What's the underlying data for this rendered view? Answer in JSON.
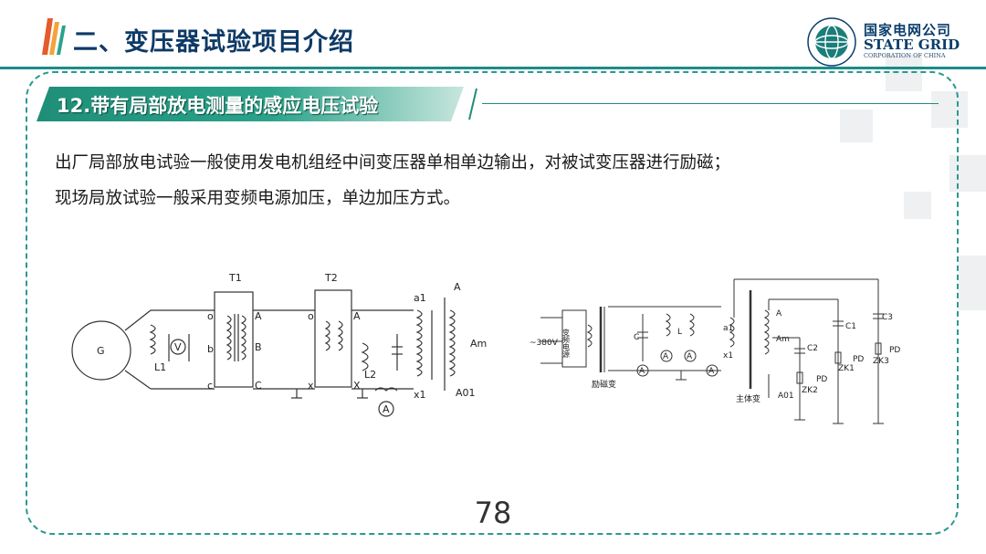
{
  "header": {
    "title": "二、变压器试验项目介绍",
    "brand_cn": "国家电网公司",
    "brand_en": "STATE GRID",
    "brand_sub": "CORPORATION OF CHINA"
  },
  "section": {
    "title": "12.带有局部放电测量的感应电压试验"
  },
  "body": {
    "line1": "出厂局部放电试验一般使用发电机组经中间变压器单相单边输出，对被试变压器进行励磁；",
    "line2": "现场局放试验一般采用变频电源加压，单边加压方式。"
  },
  "diagram_left": {
    "labels": {
      "G": "G",
      "L1": "L1",
      "T1": "T1",
      "T2": "T2",
      "L2": "L2",
      "a1": "a1",
      "x1": "x1",
      "A": "A",
      "Am": "Am",
      "A01": "A01",
      "o1": "o",
      "b1": "b",
      "c1": "c",
      "A1": "A",
      "B1": "B",
      "C1": "C",
      "o2": "o",
      "x2": "x",
      "A2": "A",
      "X2": "X",
      "V": "V",
      "meter": "A"
    }
  },
  "diagram_right": {
    "labels": {
      "src_in": "~380V",
      "vfd": "变频电源",
      "exc": "励磁变",
      "main": "主体变",
      "C": "C",
      "L": "L",
      "a1": "a1",
      "x1": "x1",
      "A": "A",
      "Am": "Am",
      "A01": "A01",
      "C1": "C1",
      "C2": "C2",
      "C3": "C3",
      "PD1": "PD",
      "PD2": "PD",
      "PD3": "PD",
      "ZK1": "ZK1",
      "ZK2": "ZK2",
      "ZK3": "ZK3",
      "m": "A"
    }
  },
  "footer": {
    "page": "78"
  },
  "colors": {
    "accent": "#1f8e78",
    "title": "#0e3a66",
    "frame": "#2a9a8e"
  }
}
